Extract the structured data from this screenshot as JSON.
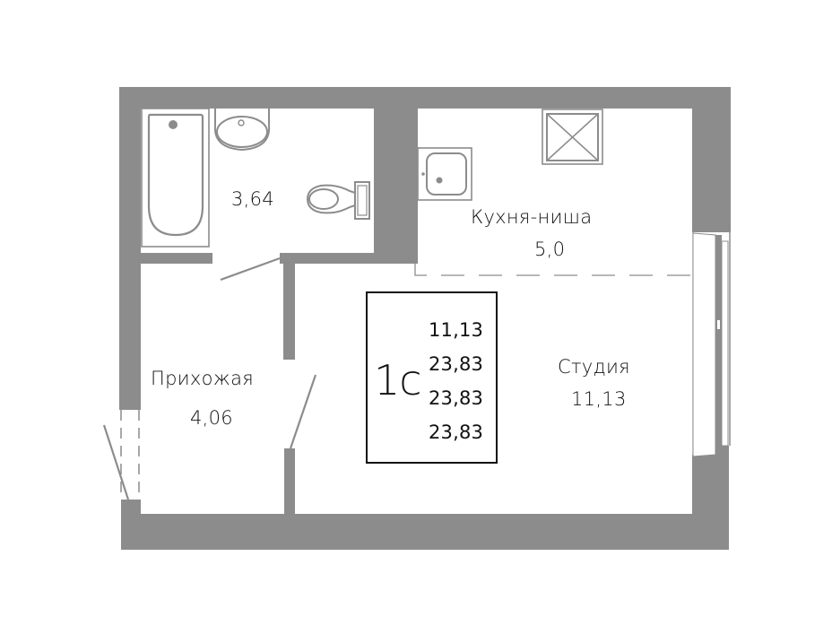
{
  "plan": {
    "wall_color": "#8c8c8c",
    "fixture_color": "#8c8c8c",
    "text_color": "#111111"
  },
  "rooms": {
    "bathroom": {
      "area": "3,64"
    },
    "kitchen": {
      "name": "Кухня-ниша",
      "area": "5,0"
    },
    "hallway": {
      "name": "Прихожая",
      "area": "4,06"
    },
    "studio": {
      "name": "Студия",
      "area": "11,13"
    }
  },
  "summary": {
    "apartment_type": "1с",
    "values": [
      "11,13",
      "23,83",
      "23,83",
      "23,83"
    ]
  }
}
